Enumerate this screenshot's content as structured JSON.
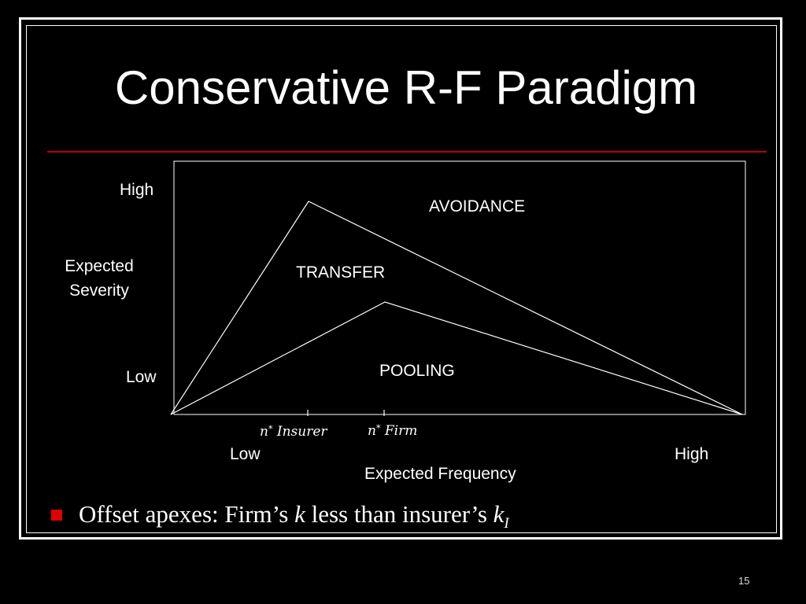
{
  "slide": {
    "title": "Conservative R-F Paradigm",
    "page_number": "15",
    "colors": {
      "background": "#000000",
      "foreground": "#ffffff",
      "accent_rule": "#c00000",
      "bullet": "#e00000"
    }
  },
  "diagram": {
    "y_axis": {
      "label_line1": "Expected",
      "label_line2": "Severity",
      "high": "High",
      "low": "Low"
    },
    "x_axis": {
      "label": "Expected Frequency",
      "low": "Low",
      "high": "High"
    },
    "regions": {
      "avoidance": "AVOIDANCE",
      "transfer": "TRANSFER",
      "pooling": "POOLING"
    },
    "markers": {
      "insurer": {
        "base": "n",
        "sup": "*",
        "name": "Insurer"
      },
      "firm": {
        "base": "n",
        "sup": "*",
        "name": "Firm"
      }
    }
  },
  "bullet": {
    "text_before": "Offset apexes:  Firm’s ",
    "k": "k",
    "text_middle": " less than insurer’s ",
    "k_insurer": "k",
    "k_insurer_sub": "I"
  }
}
